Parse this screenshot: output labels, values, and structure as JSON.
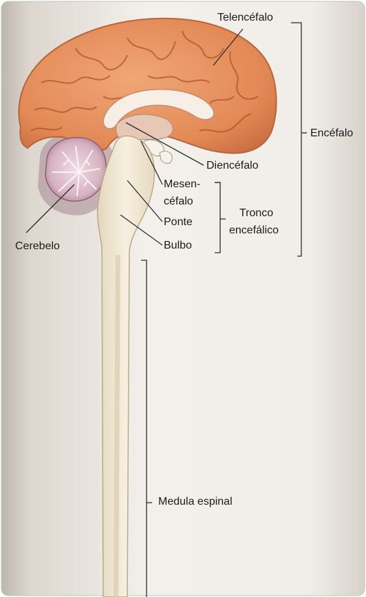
{
  "figure": {
    "labels": {
      "telencefalo": "Telencéfalo",
      "encefalo": "Encéfalo",
      "diencefalo": "Diencéfalo",
      "mesencefalo_1": "Mesen-",
      "mesencefalo_2": "céfalo",
      "ponte": "Ponte",
      "bulbo": "Bulbo",
      "tronco_1": "Tronco",
      "tronco_2": "encefálico",
      "cerebelo": "Cerebelo",
      "medula": "Medula espinal"
    },
    "colors": {
      "background_light": "#f4f1ec",
      "background_dark": "#cfc8bf",
      "cortex": "#e58e5c",
      "cortex_dark": "#c46a3c",
      "cerebellum": "#d9b8c4",
      "cerebellum_dark": "#9c6f82",
      "brainstem": "#efe6d2",
      "lines": "#2a2a2a"
    }
  }
}
